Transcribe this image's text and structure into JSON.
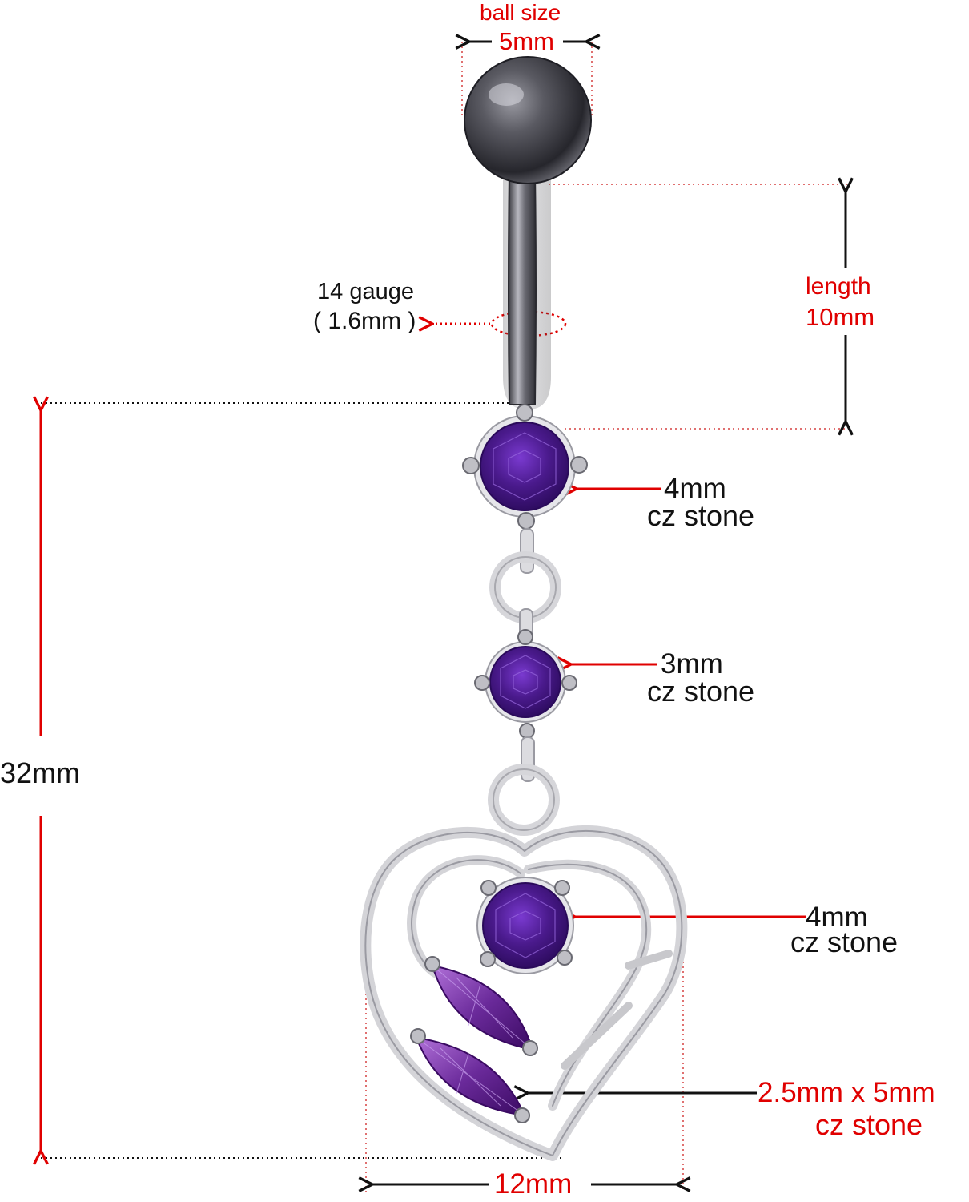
{
  "labels": {
    "ball_size_title": "ball size",
    "ball_size_value": "5mm",
    "length_title": "length",
    "length_value": "10mm",
    "gauge_title": "14 gauge",
    "gauge_value": "( 1.6mm )",
    "stone1_size": "4mm",
    "stone1_type": "cz stone",
    "stone2_size": "3mm",
    "stone2_type": "cz stone",
    "stone3_size": "4mm",
    "stone3_type": "cz stone",
    "marquise_size": "2.5mm x 5mm",
    "marquise_type": "cz stone",
    "total_length": "32mm",
    "width": "12mm"
  },
  "colors": {
    "annotation_red": "#e00000",
    "annotation_black": "#111111",
    "guide_red": "#e07070",
    "stone_purple": "#4a1a8c",
    "metal_silver": "#c8c8cc",
    "ball_steel": "#3a3a40"
  }
}
